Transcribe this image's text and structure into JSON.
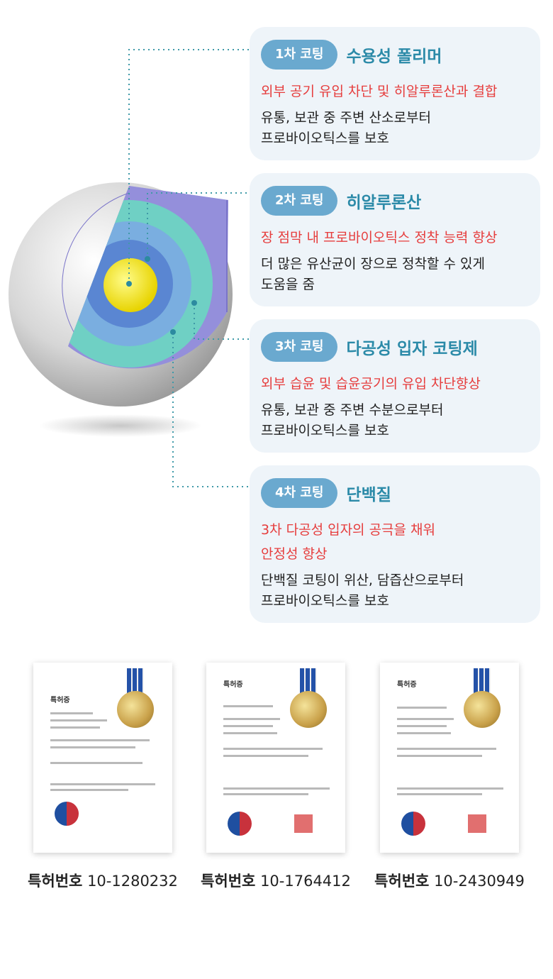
{
  "coatings": [
    {
      "badge": "1차 코팅",
      "title": "수용성 폴리머",
      "tagline": "외부 공기 유입 차단 및 히알루론산과 결합",
      "description": "유통, 보관 중 주변 산소로부터\n프로바이오틱스를 보호"
    },
    {
      "badge": "2차 코팅",
      "title": "히알루론산",
      "tagline": "장 점막 내 프로바이오틱스 정착 능력 향상",
      "description": "더 많은 유산균이 장으로 정착할 수 있게\n도움을 줌"
    },
    {
      "badge": "3차 코팅",
      "title": "다공성 입자 코팅제",
      "tagline": "외부 습윤 및 습윤공기의 유입 차단향상",
      "description": "유통, 보관 중 주변 수분으로부터\n프로바이오틱스를 보호"
    },
    {
      "badge": "4차 코팅",
      "title": "단백질",
      "tagline": "3차 다공성 입자의 공극을 채워\n안정성 향상",
      "description": "단백질 코팅이 위산, 담즙산으로부터\n프로바이오틱스를 보호"
    }
  ],
  "patents": [
    {
      "label": "특허번호",
      "number": "10-1280232",
      "doc_title": "특허증"
    },
    {
      "label": "특허번호",
      "number": "10-1764412",
      "doc_title": "특허증"
    },
    {
      "label": "특허번호",
      "number": "10-2430949",
      "doc_title": "특허증"
    }
  ],
  "colors": {
    "badge": "#6aa9cf",
    "title": "#2b8aa8",
    "tagline": "#e63d3d",
    "card_bg": "#eef4f9"
  }
}
